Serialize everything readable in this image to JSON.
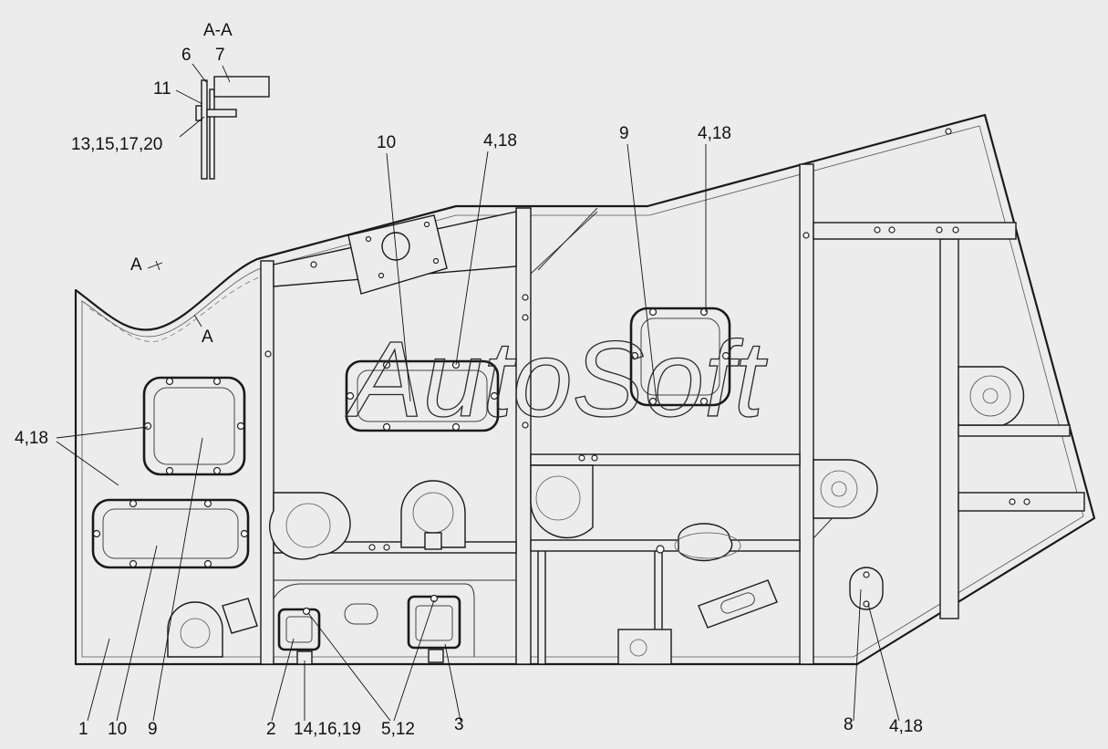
{
  "section": {
    "title": "А-А",
    "marker": "А",
    "view_mark": "А"
  },
  "watermark": "AutoSoft",
  "labels": {
    "p6": "6",
    "p7": "7",
    "p11": "11",
    "p13": "13,15,17,20",
    "top10": "10",
    "top418a": "4,18",
    "top9": "9",
    "top418b": "4,18",
    "left418": "4,18",
    "b1": "1",
    "b10": "10",
    "b9": "9",
    "b2": "2",
    "b14": "14,16,19",
    "b5": "5,12",
    "b3": "3",
    "b8": "8",
    "b418": "4,18"
  }
}
